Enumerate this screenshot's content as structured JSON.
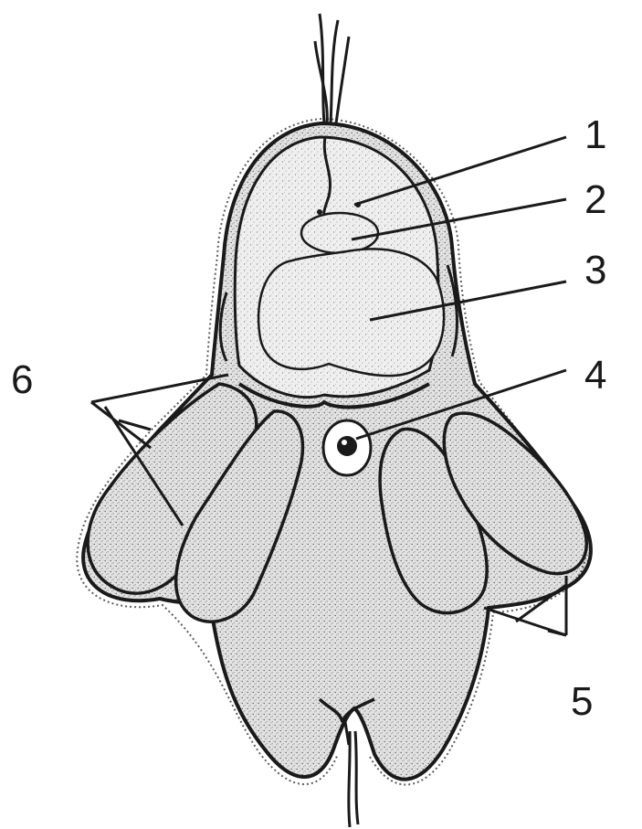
{
  "figure": {
    "labels": [
      {
        "id": "1",
        "text": "1"
      },
      {
        "id": "2",
        "text": "2"
      },
      {
        "id": "3",
        "text": "3"
      },
      {
        "id": "4",
        "text": "4"
      },
      {
        "id": "5",
        "text": "5"
      },
      {
        "id": "6",
        "text": "6"
      }
    ],
    "colors": {
      "ink": "#1a1a1a",
      "body_fill": "#d9d9d9",
      "inner_fill": "#e6e6e6",
      "background": "#ffffff"
    }
  }
}
